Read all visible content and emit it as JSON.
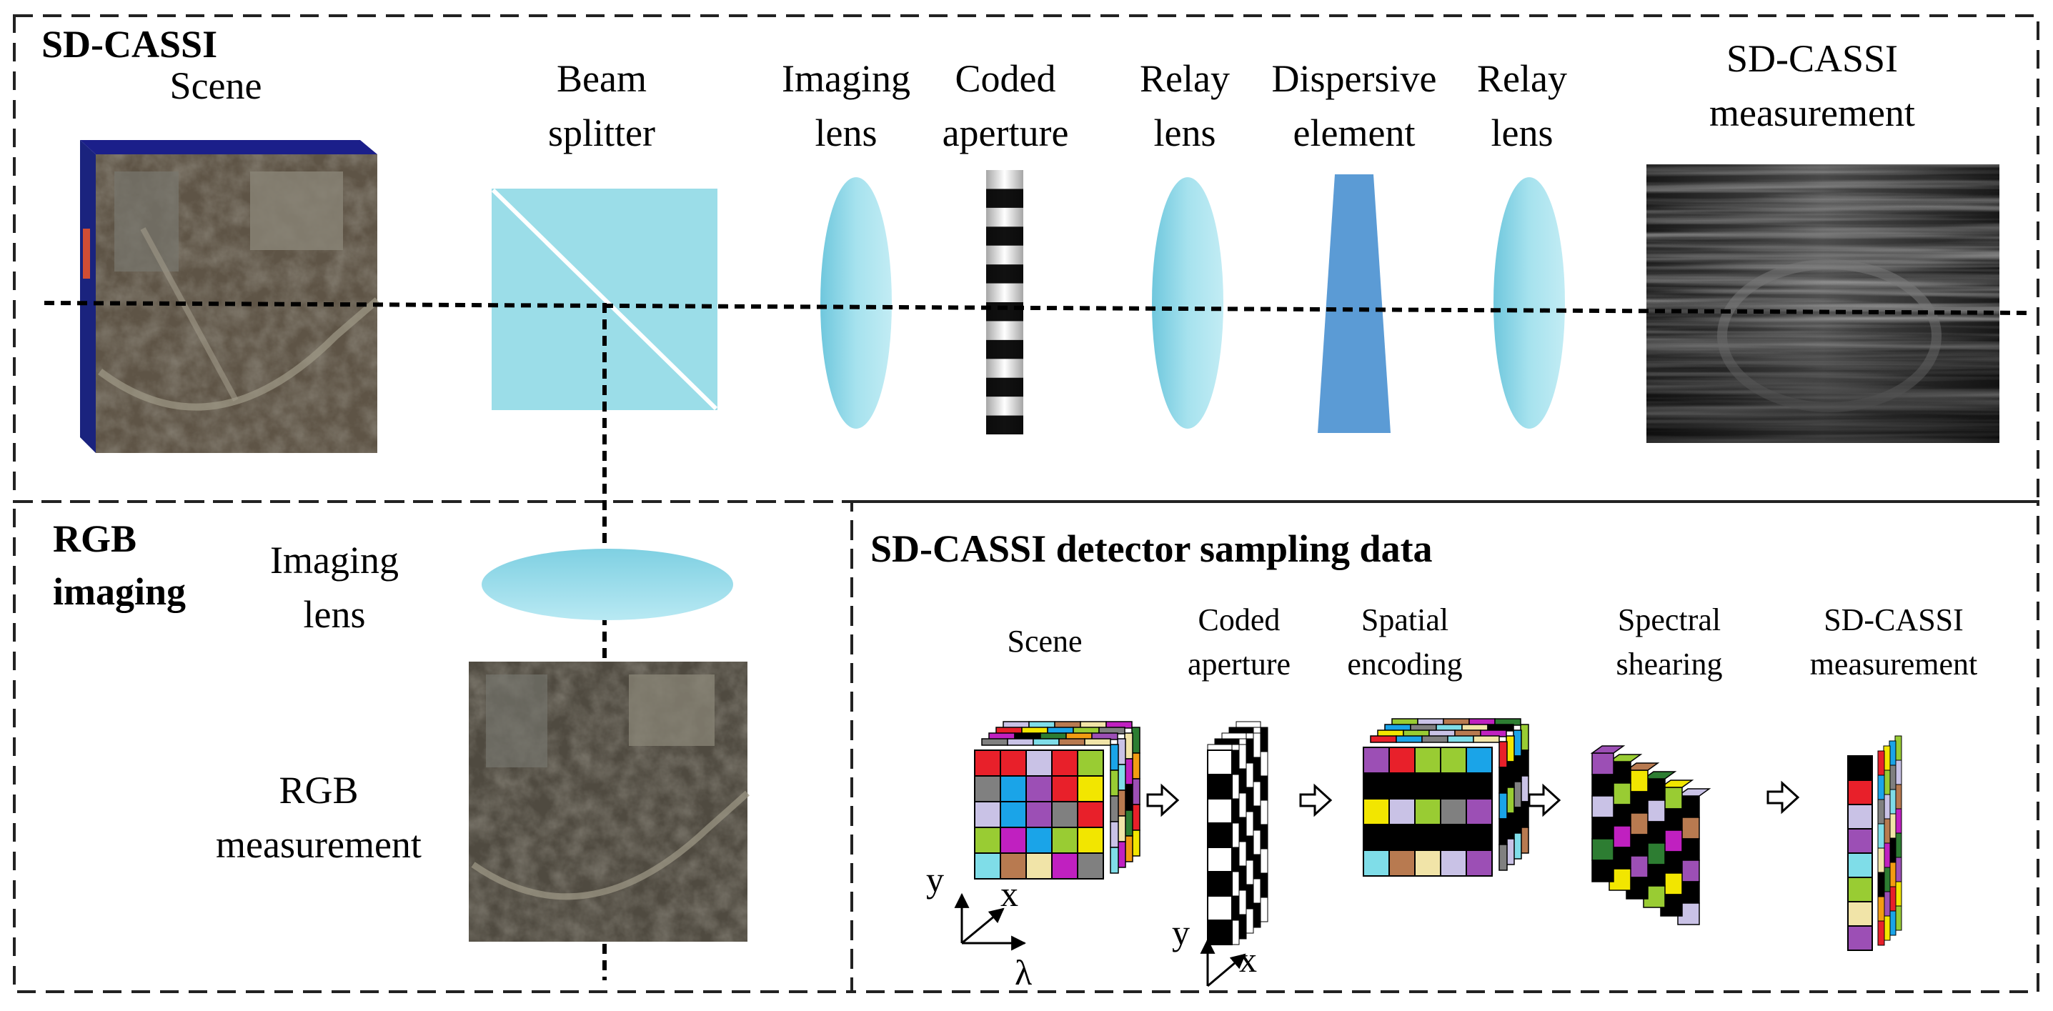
{
  "panels": {
    "top_title": "SD-CASSI",
    "rgb_title_line1": "RGB",
    "rgb_title_line2": "imaging",
    "sampling_title": "SD-CASSI detector sampling data"
  },
  "optical_path": {
    "scene": "Scene",
    "beam_splitter": [
      "Beam",
      "splitter"
    ],
    "imaging_lens": [
      "Imaging",
      "lens"
    ],
    "coded_aperture": [
      "Coded",
      "aperture"
    ],
    "relay_lens_1": [
      "Relay",
      "lens"
    ],
    "dispersive_element": [
      "Dispersive",
      "element"
    ],
    "relay_lens_2": [
      "Relay",
      "lens"
    ],
    "measurement": [
      "SD-CASSI",
      "measurement"
    ]
  },
  "rgb_imaging": {
    "lens": [
      "Imaging",
      "lens"
    ],
    "measurement": [
      "RGB",
      "measurement"
    ]
  },
  "sampling_steps": {
    "scene": [
      "Scene"
    ],
    "coded_aperture": [
      "Coded",
      "aperture"
    ],
    "spatial_encoding": [
      "Spatial",
      "encoding"
    ],
    "spectral_shearing": [
      "Spectral",
      "shearing"
    ],
    "measurement": [
      "SD-CASSI",
      "measurement"
    ]
  },
  "axes": {
    "scene_axes": [
      "y",
      "x",
      "λ"
    ],
    "aperture_axes": [
      "y",
      "x"
    ]
  },
  "colors": {
    "lens_light": "#a9e3ef",
    "lens_dark": "#7ccfe2",
    "beam_splitter": "#9bdde8",
    "dispersive": "#5b9bd5",
    "dashed_border": "#222222"
  }
}
